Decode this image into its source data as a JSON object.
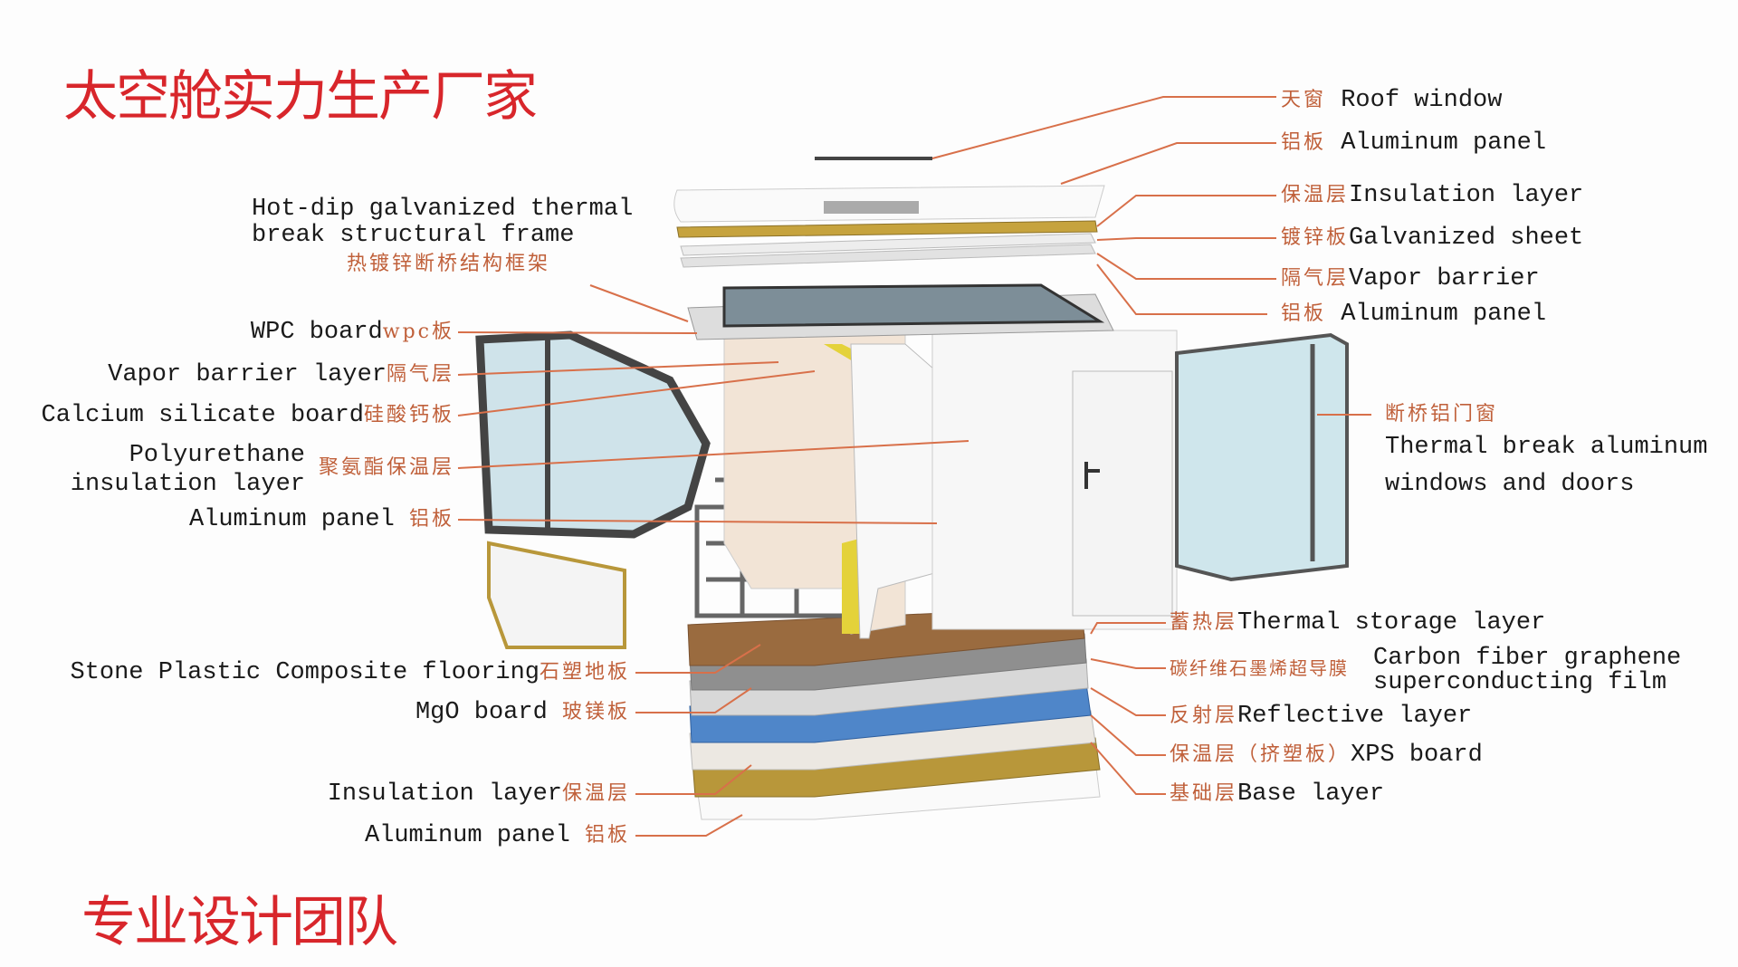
{
  "titles": {
    "top": "太空舱实力生产厂家",
    "bottom": "专业设计团队"
  },
  "right_labels": [
    {
      "cn": "天窗",
      "en": "Roof window"
    },
    {
      "cn": "铝板",
      "en": "Aluminum panel"
    },
    {
      "cn": "保温层",
      "en": "Insulation layer"
    },
    {
      "cn": "镀锌板",
      "en": "Galvanized sheet"
    },
    {
      "cn": "隔气层",
      "en": "Vapor barrier"
    },
    {
      "cn": "铝板",
      "en": "Aluminum panel"
    }
  ],
  "window_label": {
    "cn": "断桥铝门窗",
    "en1": "Thermal break aluminum",
    "en2": "windows and doors"
  },
  "floor_right_labels": [
    {
      "cn": "蓄热层",
      "en": "Thermal storage layer"
    },
    {
      "cn": "碳纤维石墨烯超导膜",
      "en1": "Carbon fiber graphene",
      "en2": "superconducting film"
    },
    {
      "cn": "反射层",
      "en": "Reflective layer"
    },
    {
      "cn": "保温层（挤塑板）",
      "en": "XPS board"
    },
    {
      "cn": "基础层",
      "en": "Base layer"
    }
  ],
  "frame_label": {
    "en1": "Hot-dip galvanized thermal",
    "en2": "break structural frame",
    "cn": "热镀锌断桥结构框架"
  },
  "wall_labels": [
    {
      "en": "WPC board",
      "cn": "wpc板"
    },
    {
      "en": "Vapor barrier layer",
      "cn": "隔气层"
    },
    {
      "en": "Calcium silicate board",
      "cn": "硅酸钙板"
    },
    {
      "en1": "Polyurethane",
      "en2": "insulation layer",
      "cn": "聚氨酯保温层"
    },
    {
      "en": "Aluminum panel",
      "cn": "铝板"
    }
  ],
  "floor_left_labels": [
    {
      "en": "Stone Plastic Composite flooring",
      "cn": "石塑地板"
    },
    {
      "en": "MgO board",
      "cn": "玻镁板"
    },
    {
      "en": "Insulation layer",
      "cn": "保温层"
    },
    {
      "en": "Aluminum panel",
      "cn": "铝板"
    }
  ],
  "colors": {
    "title": "#d8262b",
    "leader": "#d8704a",
    "cn_label": "#c0603a"
  }
}
